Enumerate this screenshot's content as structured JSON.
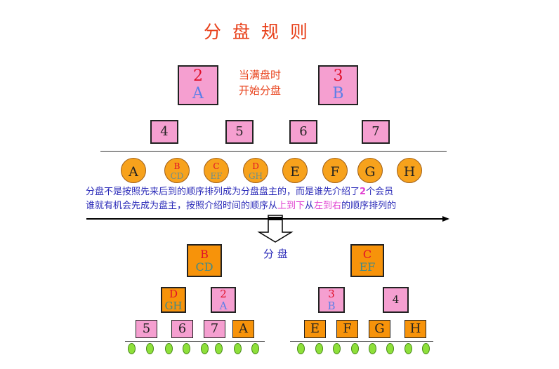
{
  "title": "分 盘 规 则",
  "note": [
    "当满盘时",
    "开始分盘"
  ],
  "top_boxes": [
    {
      "num": "2",
      "letter": "A"
    },
    {
      "num": "3",
      "letter": "B"
    }
  ],
  "row_boxes": [
    "4",
    "5",
    "6",
    "7"
  ],
  "circles": [
    {
      "l": "A"
    },
    {
      "l": "B",
      "s": "CD"
    },
    {
      "l": "C",
      "s": "EF"
    },
    {
      "l": "D",
      "s": "GH"
    },
    {
      "l": "E"
    },
    {
      "l": "F"
    },
    {
      "l": "G"
    },
    {
      "l": "H"
    }
  ],
  "explanation": {
    "l1a": "分盘不是按照先来后到的顺序排列成为分盘盘主的，而是谁先介绍了",
    "l1num": "2",
    "l1b": "个会员",
    "l2a": "谁就有机会先成为盘主，按照介绍时间的顺序从",
    "l2hl1": "上到下",
    "l2b": "从",
    "l2hl2": "左到右",
    "l2c": "的顺序排列的"
  },
  "split_label": "分 盘",
  "left_tree": {
    "root": {
      "top": "B",
      "sub": "CD"
    },
    "mid": [
      {
        "top": "D",
        "sub": "GH"
      },
      {
        "top": "2",
        "sub": "A"
      }
    ],
    "leaves": [
      "5",
      "6",
      "7",
      "A"
    ]
  },
  "right_tree": {
    "root": {
      "top": "C",
      "sub": "EF"
    },
    "mid": [
      {
        "top": "3",
        "sub": "B"
      },
      {
        "top": "4"
      }
    ],
    "leaves": [
      "E",
      "F",
      "G",
      "H"
    ]
  },
  "colors": {
    "title": "#e8401a",
    "pink": "#f59fd0",
    "orange": "#f7930a",
    "green": "#8ee03a",
    "text": "#2a2ab8",
    "highlight": "#e040d0"
  }
}
